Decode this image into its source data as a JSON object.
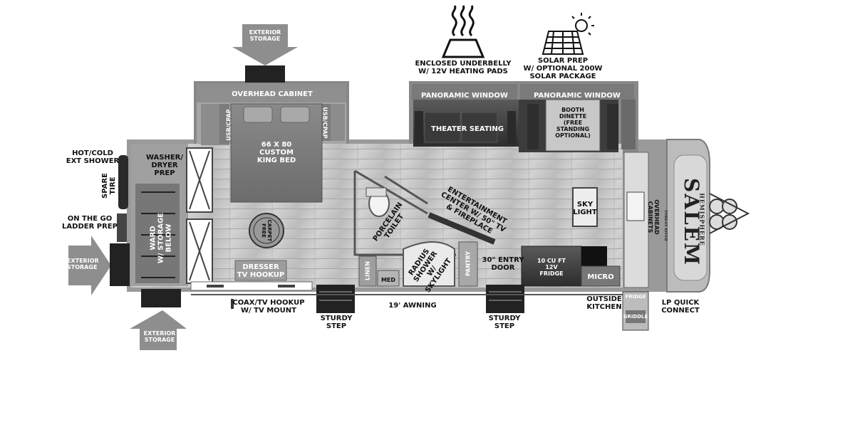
{
  "icons": {
    "heat": "heating-waves-icon",
    "solar": "solar-panel-sun-icon",
    "exterior_storage_arrow": "arrow-icon"
  },
  "labels": {
    "exterior_storage_top": "EXTERIOR\nSTORAGE",
    "exterior_storage_left": "EXTERIOR\nSTORAGE",
    "exterior_storage_bottom": "EXTERIOR\nSTORAGE",
    "enclosed_underbelly": "ENCLOSED UNDERBELLY\nW/ 12V HEATING PADS",
    "solar_prep": "SOLAR PREP\nW/ OPTIONAL 200W\nSOLAR PACKAGE",
    "overhead_cabinet": "OVERHEAD CABINET",
    "panoramic_window_1": "PANORAMIC WINDOW",
    "panoramic_window_2": "PANORAMIC WINDOW",
    "usb_cpap_left": "USB/CPAP",
    "usb_cpap_right": "USB/CPAP",
    "king_bed": "66 X 80\nCUSTOM\nKING BED",
    "theater_seating": "THEATER SEATING",
    "booth_dinette": "BOOTH\nDINETTE\n(FREE\nSTANDING\nOPTIONAL)",
    "hot_cold_shower": "HOT/COLD\nEXT SHOWER",
    "spare_tire": "SPARE\nTIRE",
    "washer_dryer": "WASHER/\nDRYER\nPREP",
    "ladder_prep": "ON THE GO\nLADDER PREP",
    "wardrobe": "WARD\nW/ STORAGE\nBELOW",
    "carpet_free": "CARPET\nFREE",
    "dresser": "DRESSER\nTV HOOKUP",
    "porcelain_toilet": "PORCELAIN\nTOILET",
    "entertainment_center": "ENTERTAINMENT\nCENTER W/ 50\" TV\n& FIREPLACE",
    "radius_shower": "RADIUS\nSHOWER\nW/ SKYLIGHT",
    "linen": "LINEN",
    "med": "MED",
    "pantry": "PANTRY",
    "entry_door": "30\" ENTRY\nDOOR",
    "sky_light": "SKY\nLIGHT",
    "fridge": "10 CU FT\n12V\nFRIDGE",
    "micro": "MICRO",
    "overhead_cabinets": "OVERHEAD\nCABINETS",
    "coax_hookup": "COAX/TV HOOKUP\nW/ TV MOUNT",
    "awning": "19' AWNING",
    "sturdy_step_1": "STURDY\nSTEP",
    "sturdy_step_2": "STURDY\nSTEP",
    "outside_kitchen": "OUTSIDE\nKITCHEN",
    "ext_fridge": "FRIDGE",
    "griddle": "GRIDDLE",
    "lp_quick_connect": "LP QUICK\nCONNECT"
  },
  "brand": {
    "name": "SALEM",
    "sub": "HEMISPHERE",
    "tagline": "FOREST RIVER"
  }
}
